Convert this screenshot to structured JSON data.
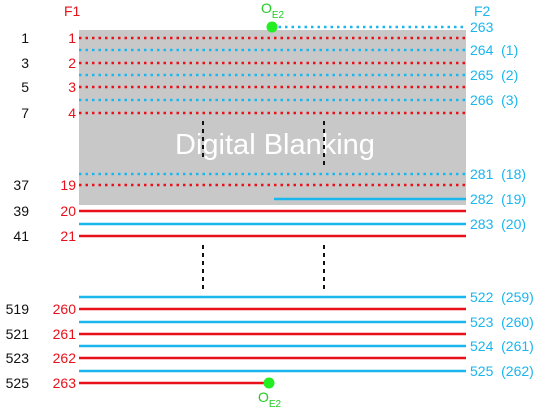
{
  "headers": {
    "f1": "F1",
    "f2": "F2"
  },
  "oe": {
    "main": "O",
    "sub": "E2"
  },
  "blanking_label": "Digital Blanking",
  "colors": {
    "field1": "#e8101a",
    "field2": "#1ab6ee",
    "origin": "#22ee22",
    "blanking": "#c8c8c8",
    "frame_numbers": "#111111"
  },
  "f1_lines": [
    {
      "frame": "1",
      "field": "1",
      "style": "dotted"
    },
    {
      "frame": "3",
      "field": "2",
      "style": "dotted"
    },
    {
      "frame": "5",
      "field": "3",
      "style": "dotted"
    },
    {
      "frame": "7",
      "field": "4",
      "style": "dotted"
    },
    {
      "frame": "37",
      "field": "19",
      "style": "dotted"
    },
    {
      "frame": "39",
      "field": "20",
      "style": "solid"
    },
    {
      "frame": "41",
      "field": "21",
      "style": "solid"
    },
    {
      "frame": "519",
      "field": "260",
      "style": "solid"
    },
    {
      "frame": "521",
      "field": "261",
      "style": "solid"
    },
    {
      "frame": "523",
      "field": "262",
      "style": "solid"
    },
    {
      "frame": "525",
      "field": "263",
      "style": "half-solid"
    }
  ],
  "f2_lines": [
    {
      "label": "263",
      "style": "half-dotted"
    },
    {
      "label": "264  (1)",
      "style": "dotted"
    },
    {
      "label": "265  (2)",
      "style": "dotted"
    },
    {
      "label": "266  (3)",
      "style": "dotted"
    },
    {
      "label": "281  (18)",
      "style": "dotted"
    },
    {
      "label": "282  (19)",
      "style": "half-solid"
    },
    {
      "label": "283  (20)",
      "style": "solid"
    },
    {
      "label": "522  (259)",
      "style": "solid"
    },
    {
      "label": "523  (260)",
      "style": "solid"
    },
    {
      "label": "524  (261)",
      "style": "solid"
    },
    {
      "label": "525  (262)",
      "style": "solid"
    }
  ]
}
